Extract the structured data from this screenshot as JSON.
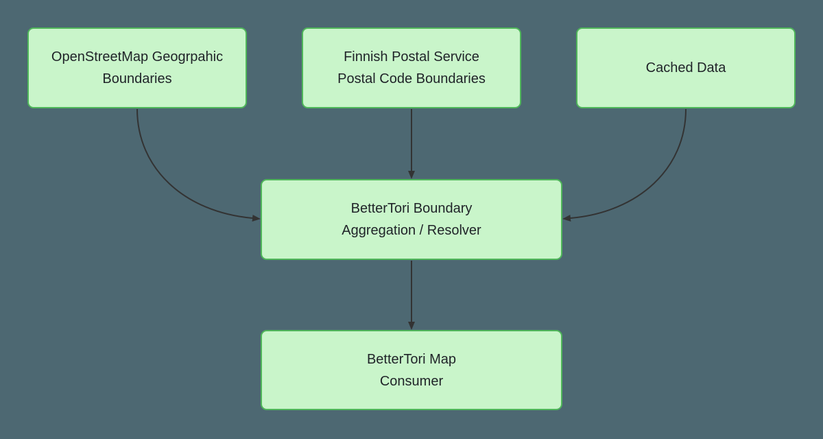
{
  "diagram": {
    "type": "flowchart",
    "direction": "top-down",
    "nodes": [
      {
        "id": "osm",
        "label": "OpenStreetMap Geogrpahic Boundaries",
        "lines": [
          "OpenStreetMap Geogrpahic",
          "Boundaries"
        ]
      },
      {
        "id": "posti",
        "label": "Finnish Postal Service Postal Code Boundaries",
        "lines": [
          "Finnish Postal Service",
          "Postal Code Boundaries"
        ]
      },
      {
        "id": "cache",
        "label": "Cached Data",
        "lines": [
          "Cached Data"
        ]
      },
      {
        "id": "resolver",
        "label": "BetterTori Boundary Aggregation / Resolver",
        "lines": [
          "BetterTori Boundary",
          "Aggregation / Resolver"
        ]
      },
      {
        "id": "consumer",
        "label": "BetterTori Map Consumer",
        "lines": [
          "BetterTori Map",
          "Consumer"
        ]
      }
    ],
    "edges": [
      {
        "from": "osm",
        "to": "resolver",
        "style": "curved"
      },
      {
        "from": "posti",
        "to": "resolver",
        "style": "straight"
      },
      {
        "from": "cache",
        "to": "resolver",
        "style": "curved"
      },
      {
        "from": "resolver",
        "to": "consumer",
        "style": "straight"
      }
    ],
    "colors": {
      "background": "#4d6872",
      "node_fill": "#c9f5ca",
      "node_border": "#4fb65a",
      "edge": "#333333",
      "text": "#1f2328"
    }
  }
}
